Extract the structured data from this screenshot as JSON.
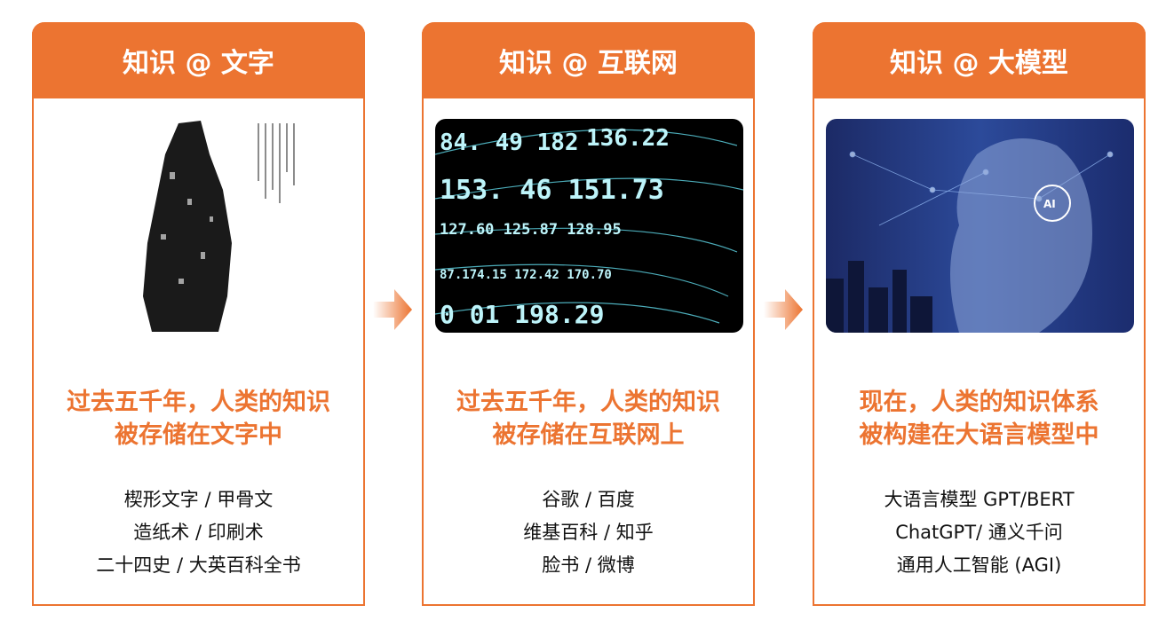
{
  "accent_color": "#EC7431",
  "cards": [
    {
      "header": "知识 @ 文字",
      "image": "oracle-bone-inscription-rubbing",
      "title_lines": [
        "过去五千年，人类的知识",
        "被存储在文字中"
      ],
      "items": [
        "楔形文字 / 甲骨文",
        "造纸术 / 印刷术",
        "二十四史 / 大英百科全书"
      ]
    },
    {
      "header": "知识 @ 互联网",
      "image": "digital-numbers-stream",
      "title_lines": [
        "过去五千年，人类的知识",
        "被存储在互联网上"
      ],
      "items": [
        "谷歌 / 百度",
        "维基百科 / 知乎",
        "脸书 / 微博"
      ]
    },
    {
      "header": "知识 @ 大模型",
      "image": "ai-face-network",
      "title_lines": [
        "现在，人类的知识体系",
        "被构建在大语言模型中"
      ],
      "items": [
        "大语言模型 GPT/BERT",
        "ChatGPT/ 通义千问",
        "通用人工智能 (AGI)"
      ]
    }
  ]
}
